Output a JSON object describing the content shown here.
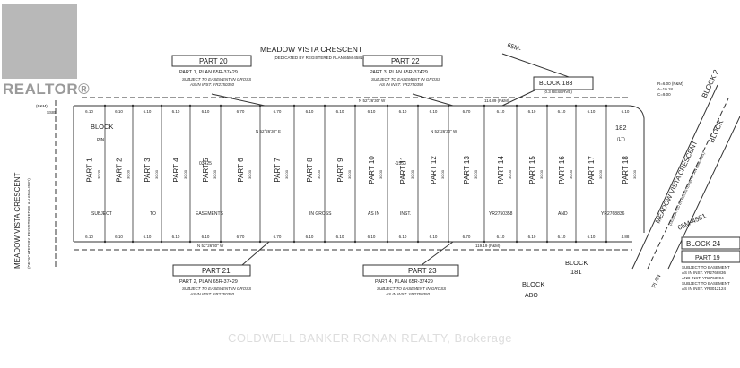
{
  "branding": {
    "logo_text": "REALTOR®",
    "watermark": "COLDWELL BANKER RONAN REALTY, Brokerage"
  },
  "streets": {
    "top": "MEADOW VISTA CRESCENT",
    "top_note": "(DEDICATED BY REGISTERED PLAN 65M-4581)",
    "left": "MEADOW VISTA CRESCENT",
    "left_note": "(DEDICATED BY REGISTERED PLAN 65M-4581)",
    "right": "MEADOW VISTA CRESCENT",
    "right_note": "(DEDICATED BY REGISTERED PLAN 65M-4581)",
    "plan_top": "65M-",
    "plan_right": "65M-4581"
  },
  "lot_labels": [
    "PART 1",
    "PART 2",
    "PART 3",
    "PART 4",
    "PART 5",
    "PART 6",
    "PART 7",
    "PART 8",
    "PART 9",
    "PART 10",
    "PART 11",
    "PART 12",
    "PART 13",
    "PART 14",
    "PART 15",
    "PART 16",
    "PART 17",
    "PART 18"
  ],
  "lot_widths_top": [
    "6.10",
    "6.10",
    "6.10",
    "6.10",
    "6.10",
    "6.70",
    "6.70",
    "6.10",
    "6.10",
    "6.10",
    "6.10",
    "6.10",
    "6.70",
    "6.10",
    "6.10",
    "6.10",
    "6.10",
    "6.10"
  ],
  "lot_widths_bottom": [
    "6.10",
    "6.10",
    "6.10",
    "6.10",
    "6.10",
    "6.70",
    "6.70",
    "6.10",
    "6.10",
    "6.10",
    "6.10",
    "6.10",
    "6.70",
    "6.10",
    "6.10",
    "6.10",
    "6.10",
    "4.88"
  ],
  "callouts": {
    "part20": {
      "title": "PART 20",
      "l1": "PART 1, PLAN 65R-37429",
      "l2": "SUBJECT TO EASEMENT IN GROSS",
      "l3": "AS IN INST. YR2750350"
    },
    "part22": {
      "title": "PART 22",
      "l1": "PART 3, PLAN 65R-37429",
      "l2": "SUBJECT TO EASEMENT IN GROSS",
      "l3": "AS IN INST. YR2750350"
    },
    "part21": {
      "title": "PART 21",
      "l1": "PART 2, PLAN 65R-37429",
      "l2": "SUBJECT TO EASEMENT IN GROSS",
      "l3": "AS IN INST. YR2750350"
    },
    "part23": {
      "title": "PART 23",
      "l1": "PART 4, PLAN 65R-37429",
      "l2": "SUBJECT TO EASEMENT IN GROSS",
      "l3": "AS IN INST. YR2750350"
    },
    "block183": {
      "title": "BLOCK 183",
      "l1": "(0.3 RESERVE)"
    },
    "part19": {
      "title": "PART 19",
      "l1": "SUBJECT TO EASEMENT",
      "l2": "AS IN INST. YR2768836",
      "l3": "AND INST. YR2763994",
      "l4": "SUBJECT TO EASEMENT",
      "l5": "AS IN INST. YR3012124"
    }
  },
  "block_labels": {
    "block_left": "BLOCK",
    "pin": "PIN",
    "block182": "182",
    "lt": "(LT)",
    "block181": "BLOCK",
    "block181_num": "181",
    "block_bottom": "BLOCK",
    "block_bottom_num": "ABO",
    "block24": "BLOCK 24",
    "block_ne1": "BLOCK 2",
    "block_ne2": "BLOCK",
    "plan": "PLAN"
  },
  "easement_words": [
    "SUBJECT",
    "TO",
    "EASEMENTS",
    "IN GROSS",
    "AS IN",
    "INST.",
    "YR2750358",
    "AND",
    "YR2768836"
  ],
  "pin_numbers": [
    "03425",
    "-1553"
  ],
  "bearings": {
    "top": "N 52°26'30\" W",
    "bottom": "N 52°26'30\" W",
    "mid_a": "N 52°26'30\" E",
    "mid_b": "N 52°26'30\" W"
  },
  "misc": {
    "dim_top": "114.89 (P&M)",
    "dim_bottom": "119.19 (P&M)",
    "curve": "R=6.00 (P&M)",
    "curve_a": "A=10.18",
    "curve_c": "C=9.00",
    "pm": "(P&M)",
    "ssib": "SSIB",
    "depth": "30.00",
    "side": "0.50",
    "frontage": "1.50"
  }
}
